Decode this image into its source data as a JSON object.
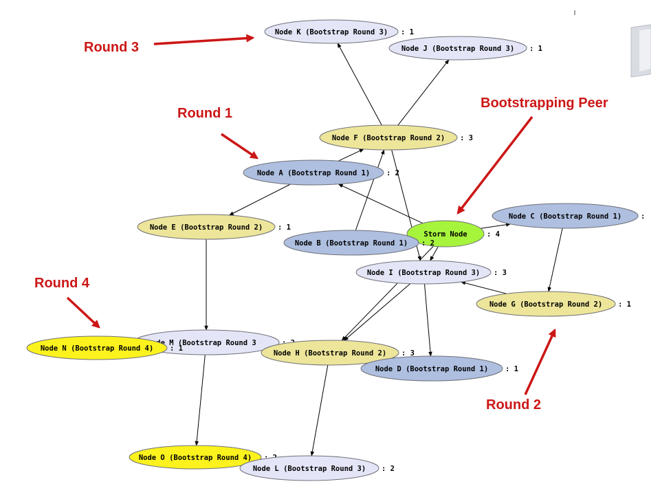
{
  "colors": {
    "light": "#e4e6f8",
    "tan": "#ede59a",
    "blue": "#aebfe0",
    "green": "#a6f43c",
    "yellow": "#fbf21e",
    "callout": "#cc1616",
    "edge": "#000000"
  },
  "nodes": [
    {
      "id": "K",
      "label": "Node K (Bootstrap Round 3)",
      "count": ": 1",
      "style": "light"
    },
    {
      "id": "J",
      "label": "Node J (Bootstrap Round 3)",
      "count": ": 1",
      "style": "light"
    },
    {
      "id": "F",
      "label": "Node F (Bootstrap Round 2)",
      "count": ": 3",
      "style": "tan"
    },
    {
      "id": "A",
      "label": "Node A (Bootstrap Round 1)",
      "count": ": 2",
      "style": "blue"
    },
    {
      "id": "E",
      "label": "Node E (Bootstrap Round 2)",
      "count": ": 1",
      "style": "tan"
    },
    {
      "id": "C",
      "label": "Node C (Bootstrap Round 1)",
      "count": ":",
      "style": "blue"
    },
    {
      "id": "Storm",
      "label": "Storm Node",
      "count": ": 4",
      "style": "green"
    },
    {
      "id": "B",
      "label": "Node B (Bootstrap Round 1)",
      "count": ": 2",
      "style": "blue"
    },
    {
      "id": "I",
      "label": "Node I (Bootstrap Round 3)",
      "count": ": 3",
      "style": "light"
    },
    {
      "id": "G",
      "label": "Node G (Bootstrap Round 2)",
      "count": ": 1",
      "style": "tan"
    },
    {
      "id": "M",
      "label": "de M (Bootstrap Round 3",
      "count": ": 2",
      "style": "light"
    },
    {
      "id": "N",
      "label": "Node N (Bootstrap Round 4)",
      "count": ": 1",
      "style": "yellow"
    },
    {
      "id": "H",
      "label": "Node H (Bootstrap Round 2)",
      "count": ": 3",
      "style": "tan"
    },
    {
      "id": "D",
      "label": "Node D (Bootstrap Round 1)",
      "count": ": 1",
      "style": "blue"
    },
    {
      "id": "O",
      "label": "Node O (Bootstrap Round 4)",
      "count": ": 2",
      "style": "yellow"
    },
    {
      "id": "L",
      "label": "Node L (Bootstrap Round 3)",
      "count": ": 2",
      "style": "light"
    }
  ],
  "edges": [
    {
      "from": "Storm",
      "to": "A"
    },
    {
      "from": "Storm",
      "to": "C"
    },
    {
      "from": "Storm",
      "to": "I"
    },
    {
      "from": "Storm",
      "to": "H"
    },
    {
      "from": "A",
      "to": "F"
    },
    {
      "from": "A",
      "to": "E"
    },
    {
      "from": "F",
      "to": "K"
    },
    {
      "from": "F",
      "to": "J"
    },
    {
      "from": "F",
      "to": "I"
    },
    {
      "from": "B",
      "to": "Storm"
    },
    {
      "from": "B",
      "to": "F"
    },
    {
      "from": "C",
      "to": "G"
    },
    {
      "from": "G",
      "to": "I"
    },
    {
      "from": "I",
      "to": "D"
    },
    {
      "from": "I",
      "to": "H"
    },
    {
      "from": "E",
      "to": "M"
    },
    {
      "from": "M",
      "to": "N"
    },
    {
      "from": "M",
      "to": "H"
    },
    {
      "from": "M",
      "to": "O"
    },
    {
      "from": "H",
      "to": "L"
    },
    {
      "from": "H",
      "to": "D"
    },
    {
      "from": "L",
      "to": "O"
    }
  ],
  "callouts": [
    {
      "id": "round-3",
      "text": "Round 3"
    },
    {
      "id": "round-1",
      "text": "Round 1"
    },
    {
      "id": "bootstrapping-peer",
      "text": "Bootstrapping Peer"
    },
    {
      "id": "round-4",
      "text": "Round 4"
    },
    {
      "id": "round-2",
      "text": "Round 2"
    }
  ]
}
